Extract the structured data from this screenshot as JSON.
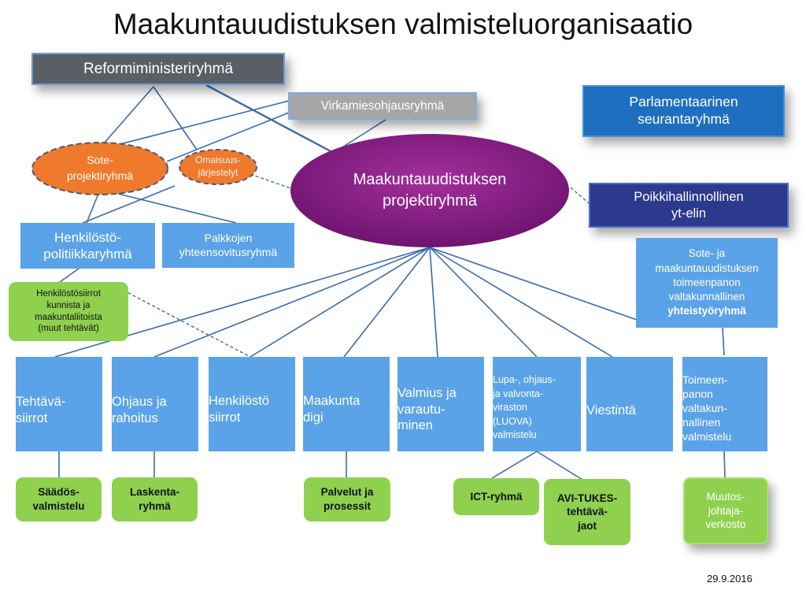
{
  "title": "Maakuntauudistuksen valmisteluorganisaatio",
  "nodes": {
    "reformiministeriryhma": "Reformiministeriryhmä",
    "virkamiesohjausryhma": "Virkamiesohjausryhmä",
    "parlamentaarinen_line1": "Parlamentaarinen",
    "parlamentaarinen_line2": "seurantaryhmä",
    "sote_line1": "Sote-",
    "sote_line2": "projektiryhmä",
    "omaisuus_line1": "Omaisuus-",
    "omaisuus_line2": "järjestelyt",
    "projektiryhma_line1": "Maakuntauudistuksen",
    "projektiryhma_line2": "projektiryhmä",
    "poikkihallinnollinen_line1": "Poikkihallinnollinen",
    "poikkihallinnollinen_line2": "yt-elin",
    "henkilostopolitiikka_line1": "Henkilöstö-",
    "henkilostopolitiikka_line2": "politiikkaryhmä",
    "palkkojen_line1": "Palkkojen",
    "palkkojen_line2": "yhteensovitusryhmä",
    "henkilostosiirrot_line1": "Henkilöstösiirrot",
    "henkilostosiirrot_line2": "kunnista ja",
    "henkilostosiirrot_line3": "maakuntaliitoista",
    "henkilostosiirrot_line4": "(muut tehtävät)",
    "yhteistyo_line1": "Sote- ja",
    "yhteistyo_line2": "maakuntauudistuksen",
    "yhteistyo_line3": "toimeenpanon",
    "yhteistyo_line4": "valtakunnallinen",
    "yhteistyo_line5": "yhteistyöryhmä"
  },
  "subgroups": [
    {
      "lines": [
        "Tehtävä-",
        "siirrot"
      ]
    },
    {
      "lines": [
        "Ohjaus ja",
        "rahoitus"
      ]
    },
    {
      "lines": [
        "Henkilöstö",
        "siirrot"
      ]
    },
    {
      "lines": [
        "Maakunta",
        "digi"
      ]
    },
    {
      "lines": [
        "Valmius ja",
        "varautu-",
        "minen"
      ]
    },
    {
      "lines": [
        "Lupa-, ohjaus-",
        "ja valvonta-",
        "viraston",
        "(LUOVA)",
        "valmistelu"
      ]
    },
    {
      "lines": [
        "Viestintä"
      ]
    },
    {
      "lines": [
        "Toimeen-",
        "panon",
        "valtakun-",
        "nallinen",
        "valmistelu"
      ]
    }
  ],
  "workgroups": [
    {
      "lines": [
        "Säädös-",
        "valmistelu"
      ]
    },
    {
      "lines": [
        "Laskenta-",
        "ryhmä"
      ]
    },
    {
      "lines": [
        "Palvelut ja",
        "prosessit"
      ]
    },
    {
      "lines": [
        "ICT-ryhmä"
      ]
    },
    {
      "lines": [
        "AVI-TUKES-",
        "tehtävä-",
        "jaot"
      ]
    },
    {
      "lines": [
        "Muutos-",
        "johtaja-",
        "verkosto"
      ]
    }
  ],
  "date": "29.9.2016",
  "colors": {
    "subgroup_blue": "#5ba3e8",
    "workgroup_green": "#8fd14f",
    "central_purple": "#8a1d84",
    "sote_orange": "#f07a2c",
    "connector_blue": "#3b6aad"
  }
}
